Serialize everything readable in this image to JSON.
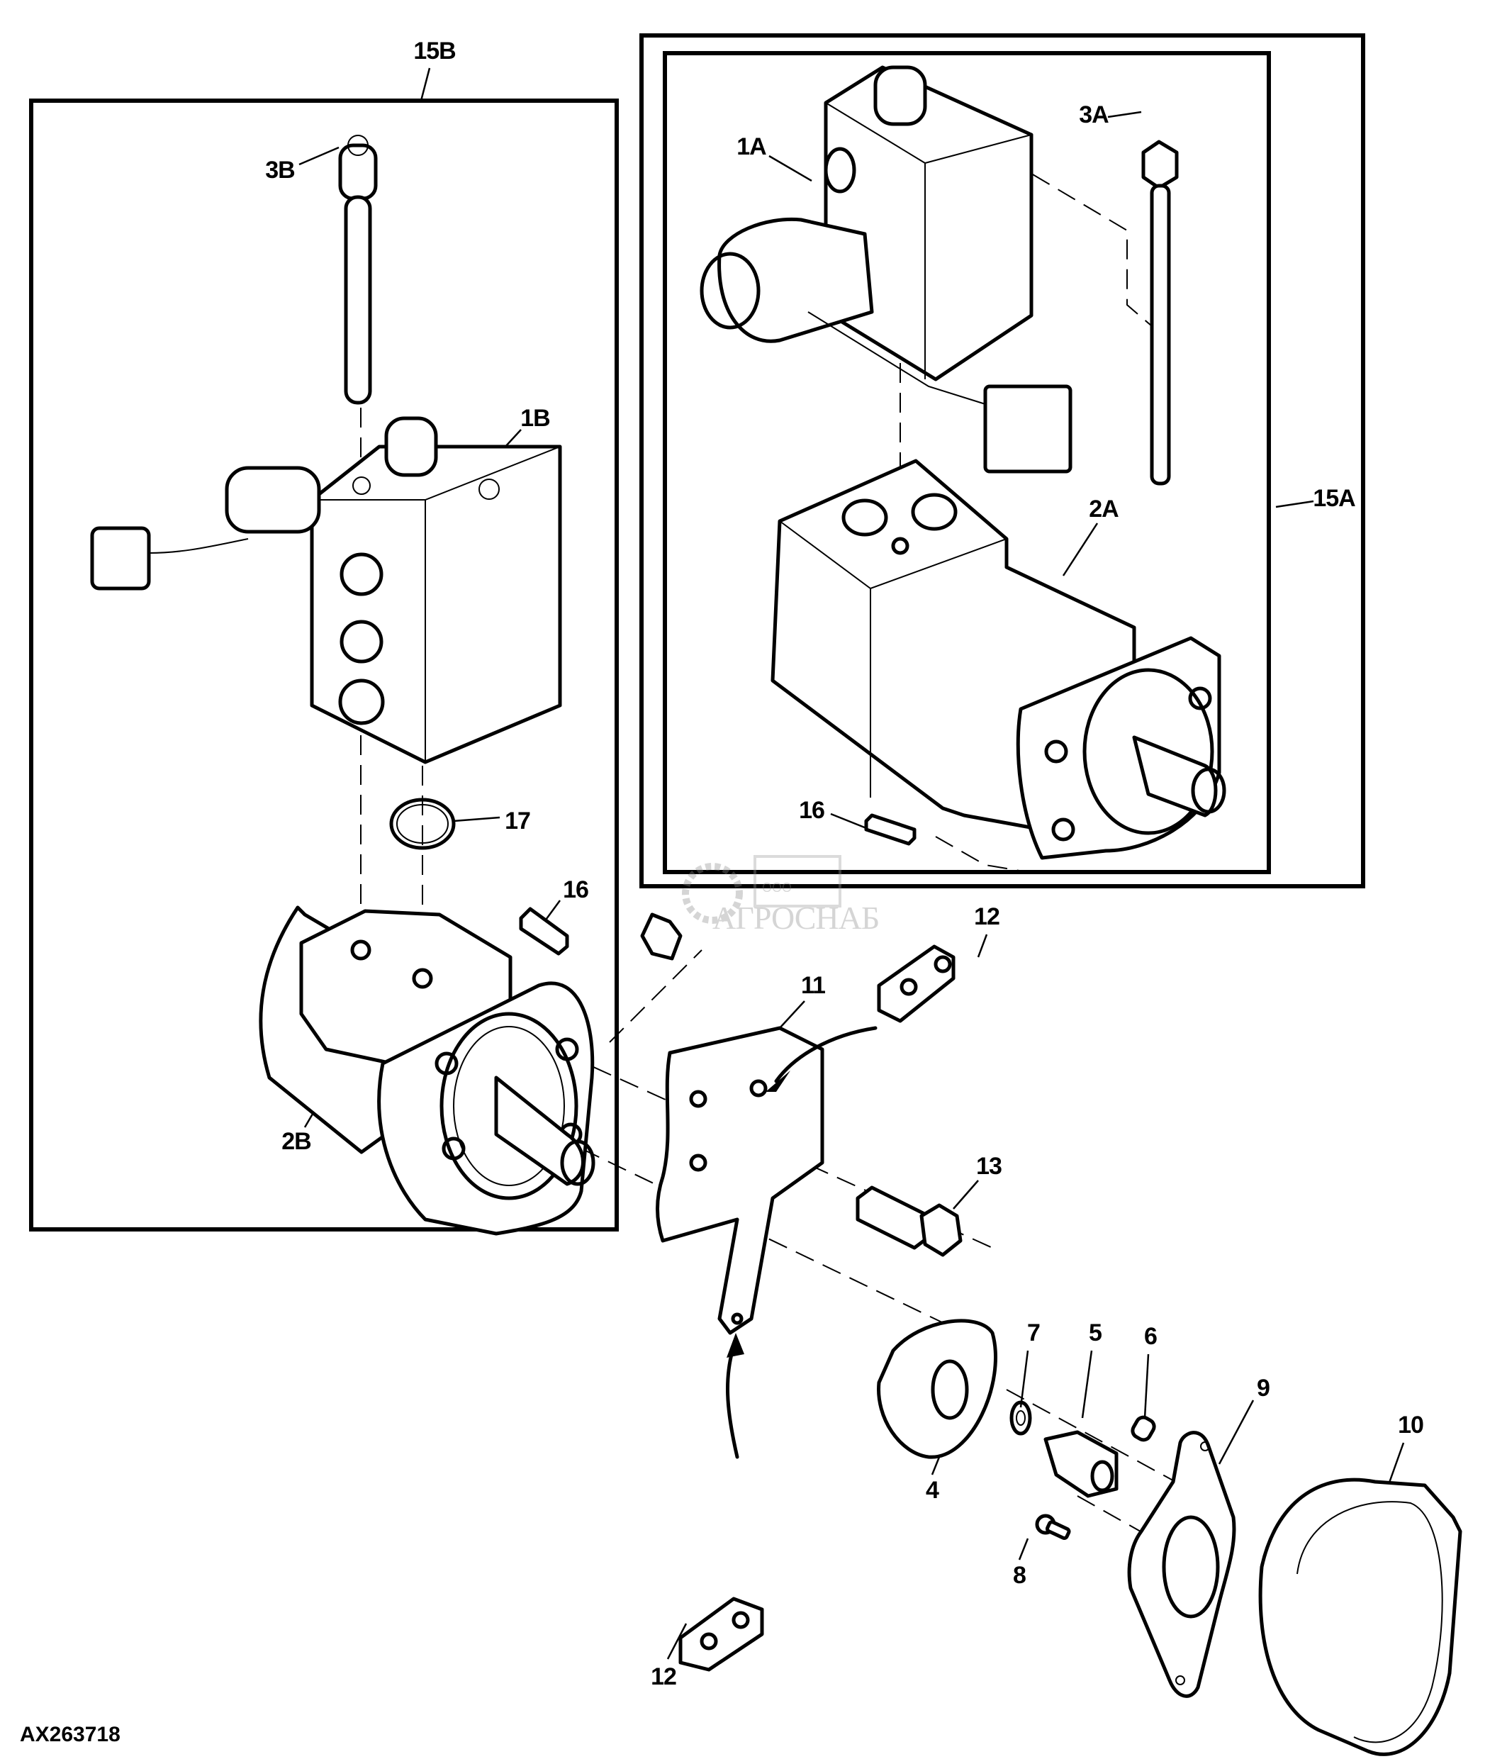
{
  "figure": {
    "id": "AX263718",
    "type": "exploded parts diagram"
  },
  "watermark": {
    "prefix": "ООО",
    "name": "АГРОСНАБ"
  },
  "callouts": {
    "c15B": "15B",
    "c3B": "3B",
    "c1B": "1B",
    "c17": "17",
    "c16_left": "16",
    "c2B": "2B",
    "c1A": "1A",
    "c3A": "3A",
    "c2A": "2A",
    "c15A": "15A",
    "c16_right": "16",
    "c12_top": "12",
    "c11": "11",
    "c13": "13",
    "c7": "7",
    "c5": "5",
    "c6": "6",
    "c9": "9",
    "c10": "10",
    "c4": "4",
    "c8": "8",
    "c12_bottom": "12"
  },
  "groups": [
    {
      "callout": "15B",
      "contains": [
        "3B",
        "1B",
        "17",
        "16",
        "2B"
      ]
    },
    {
      "callout": "15A",
      "contains": [
        "1A",
        "3A",
        "2A",
        "16"
      ]
    }
  ]
}
